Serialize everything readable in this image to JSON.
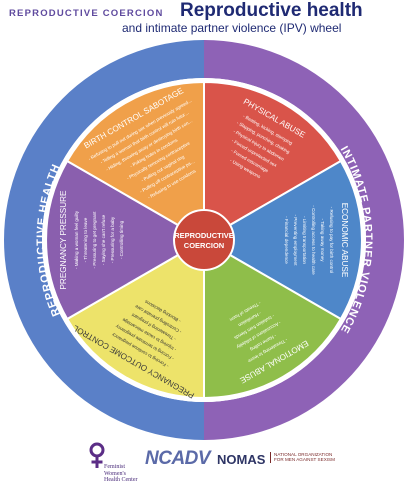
{
  "header": {
    "tag": "REPRODUCTIVE COERCION",
    "title": "Reproductive health",
    "subtitle": "and intimate partner violence (IPV) wheel"
  },
  "wheel": {
    "outer_left_label": "REPRODUCTIVE HEALTH",
    "outer_right_label": "INTIMATE PARTNER VIOLENCE",
    "center_label_line1": "REPRODUCTIVE",
    "center_label_line2": "COERCION",
    "colors": {
      "outer_left": "#5a80c8",
      "outer_right": "#8e62b6",
      "inner_ring": "#ffffff",
      "center": "#c9483a"
    },
    "segments": [
      {
        "title": "PHYSICAL ABUSE",
        "color": "#d9544a",
        "items": [
          "Beating, kicking, stomping",
          "Slapping, punching, choking",
          "Physical injury to abdomen",
          "Forced unprotected sex",
          "Forced miscarriage",
          "Using weapons"
        ]
      },
      {
        "title": "ECONOMIC ABUSE",
        "color": "#4e87c9",
        "items": [
          "Refusing to pay for birth control",
          "Taking away money",
          "Controlling access to health care",
          "Limiting transportation",
          "Preventing employment",
          "Financial dependence"
        ]
      },
      {
        "title": "EMOTIONAL ABUSE",
        "color": "#8fbe4a",
        "items": [
          "Threatening to leave",
          "Name calling",
          "Accusations of infidelity",
          "Isolation from friends",
          "Humiliation",
          "Threats of harm"
        ]
      },
      {
        "title": "PREGNANCY OUTCOME CONTROL",
        "color": "#ede36a",
        "items": [
          "Forcing to continue pregnancy",
          "Forcing to terminate pregnancy",
          "Injuring to cause miscarriage",
          "Threatening if pregnant",
          "Controlling prenatal care",
          "Blocking decisions"
        ]
      },
      {
        "title": "PREGNANCY PRESSURE",
        "color": "#8a5fae",
        "items": [
          "Making a woman feel guilty",
          "Threatening to leave",
          "Pressuring to get pregnant",
          "Saying she can't refuse",
          "Pressuring for a baby",
          "Controlling timing"
        ]
      },
      {
        "title": "BIRTH CONTROL SABOTAGE",
        "color": "#f0a04a",
        "items": [
          "Refusing to pull out during sex when previously agreed upon",
          "Telling a woman that birth control will ruin future fertility",
          "Hiding, throwing away or destroying birth control",
          "Poking holes in condoms",
          "Physically removing contraceptive",
          "Pulling out vaginal ring",
          "Pulling off contraceptive patch",
          "Refusing to use condoms"
        ]
      }
    ]
  },
  "logos": {
    "fwhc_line1": "Feminist",
    "fwhc_line2": "Women's",
    "fwhc_line3": "Health Center",
    "ncadv": "NCADV",
    "nomas": "NOMAS",
    "nomas_sub_line1": "NATIONAL ORGANIZATION",
    "nomas_sub_line2": "FOR MEN AGAINST SEXISM"
  }
}
